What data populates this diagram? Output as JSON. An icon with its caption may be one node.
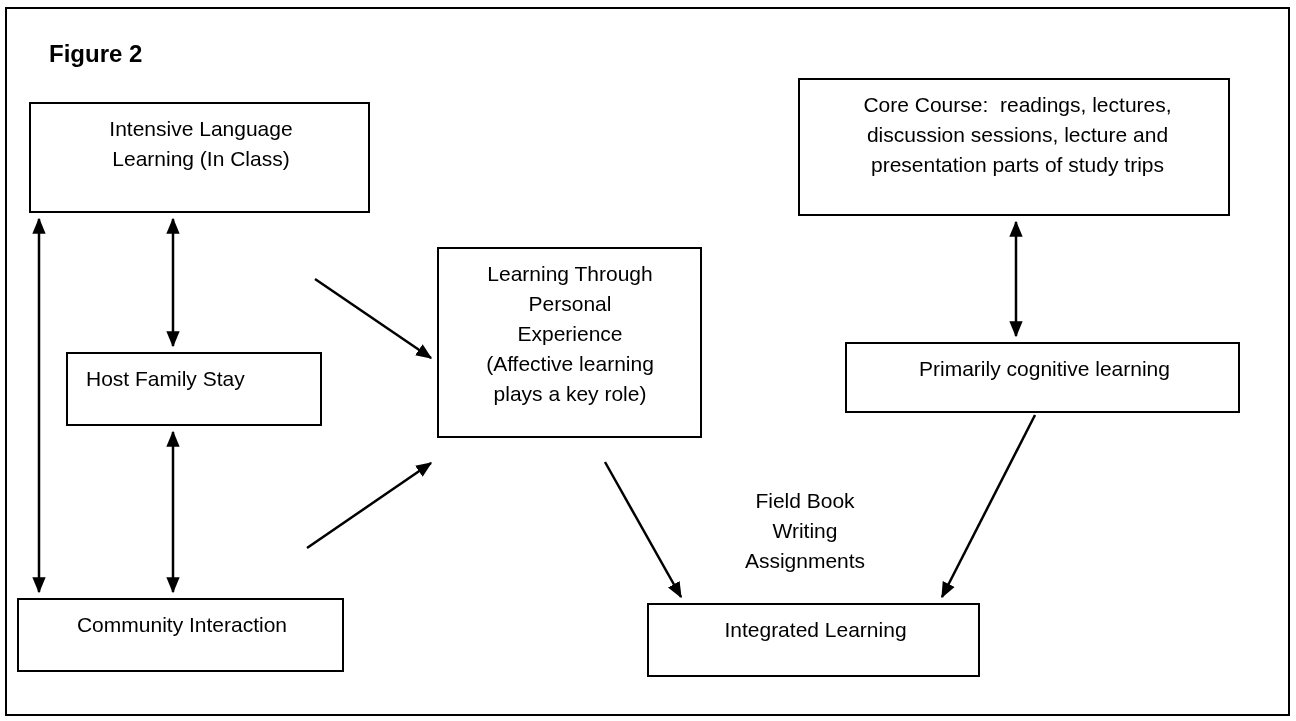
{
  "diagram": {
    "title": "Figure 2",
    "nodes": [
      {
        "text": [
          "Intensive Language Learning (In Class)"
        ]
      },
      {
        "text": [
          "Host Family Stay"
        ]
      },
      {
        "text": [
          "Community Interaction"
        ]
      },
      {
        "text": [
          "Learning Through Personal Experience (Affective learning plays a key role)"
        ]
      },
      {
        "text": [
          "Core Course:  readings, lectures, discussion sessions, lecture and presentation parts of study trips"
        ]
      },
      {
        "text": [
          "Primarily cognitive learning"
        ]
      },
      {
        "text": [
          "Integrated Learning"
        ]
      }
    ],
    "edges": [
      {
        "from": 0,
        "to": 2,
        "arrow": "both"
      },
      {
        "from": 0,
        "to": 1,
        "arrow": "both"
      },
      {
        "from": 1,
        "to": 2,
        "arrow": "both"
      },
      {
        "from": 0,
        "to": 3,
        "arrow": "to"
      },
      {
        "from": 2,
        "to": 3,
        "arrow": "to"
      },
      {
        "from": 4,
        "to": 5,
        "arrow": "both"
      },
      {
        "from": 3,
        "to": 6,
        "arrow": "to"
      },
      {
        "from": 5,
        "to": 6,
        "arrow": "to"
      }
    ],
    "labels": [
      "Field Book Writing Assignments"
    ]
  }
}
